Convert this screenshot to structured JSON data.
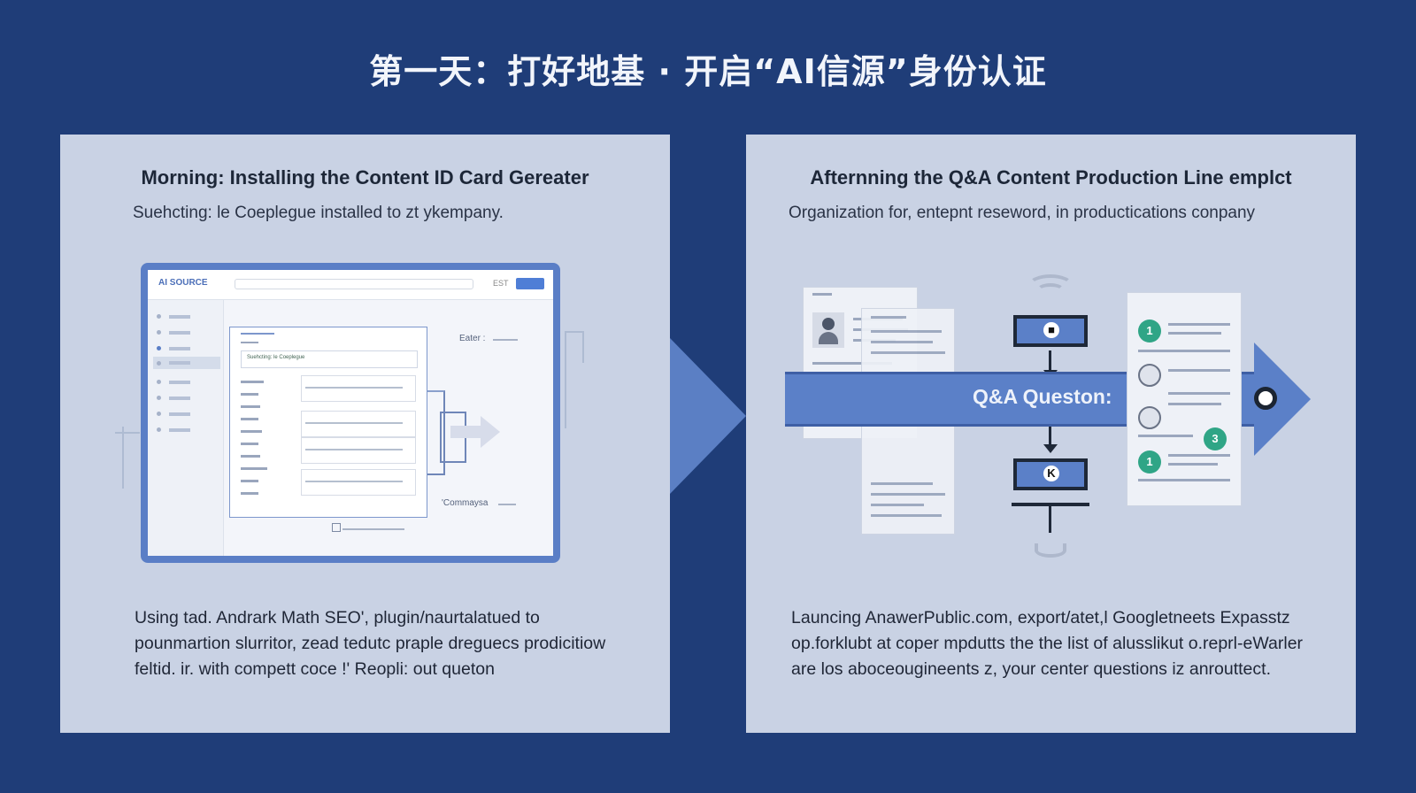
{
  "title": "第一天：打好地基 · 开启“AI信源”身份认证",
  "left_panel": {
    "title": "Morning: Installing the Content ID Card Gereater",
    "subtitle": "Suehcting: le Coeplegue installed to zt ykempany.",
    "illustration": {
      "logo": "AI SOURCE",
      "header_button": "EST",
      "card_header_text": "Suehcting: le Coeplegue",
      "field_label_top": "Eater :",
      "field_label_bottom": "'Commaysa"
    },
    "description": "Using tad. Andrark Math SEO', plugin/naurtalatued to pounmartion slurritor, zead tedutc praple dreguecs prodicitiow feltid. ir. with compett coce !' Reopli: out queton"
  },
  "right_panel": {
    "title": "Afternning the Q&A Content Production Line emplct",
    "subtitle": "Organization for, entepnt reseword, in productications conpany",
    "illustration": {
      "band_label": "Q&A Queston:",
      "flow_top_glyph": "■",
      "flow_bottom_glyph": "K",
      "badges": [
        "1",
        "3",
        "1"
      ]
    },
    "description": "Launcing AnawerPublic.com, export/atet,l Googletneets Expasstz op.forklubt at coper mpdutts the the list of alusslikut o.reprl-eWarler are los aboceougineents z, your center questions iz anrouttect."
  },
  "colors": {
    "background": "#1f3d78",
    "panel": "#c9d2e4",
    "accent": "#5b80c8",
    "badge": "#2fa586"
  }
}
